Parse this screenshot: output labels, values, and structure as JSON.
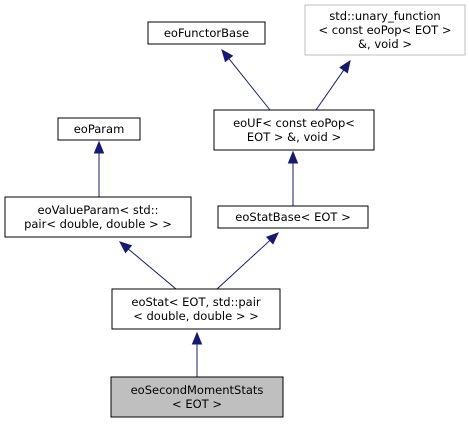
{
  "nodes": [
    {
      "id": "eoFunctorBase",
      "lines": [
        "eoFunctorBase"
      ],
      "style": "normal"
    },
    {
      "id": "unary_function",
      "lines": [
        "std::unary_function",
        "< const eoPop< EOT >",
        "&, void >"
      ],
      "style": "external"
    },
    {
      "id": "eoParam",
      "lines": [
        "eoParam"
      ],
      "style": "normal"
    },
    {
      "id": "eoUF",
      "lines": [
        "eoUF< const eoPop<",
        "EOT > &, void >"
      ],
      "style": "normal"
    },
    {
      "id": "eoValueParam",
      "lines": [
        "eoValueParam< std::",
        "pair< double, double > >"
      ],
      "style": "normal"
    },
    {
      "id": "eoStatBase",
      "lines": [
        "eoStatBase< EOT >"
      ],
      "style": "normal"
    },
    {
      "id": "eoStat",
      "lines": [
        "eoStat< EOT, std::pair",
        "< double, double > >"
      ],
      "style": "normal"
    },
    {
      "id": "eoSecondMomentStats",
      "lines": [
        "eoSecondMomentStats",
        "< EOT >"
      ],
      "style": "focus"
    }
  ],
  "edges": [
    {
      "from": "eoUF",
      "to": "eoFunctorBase"
    },
    {
      "from": "eoUF",
      "to": "unary_function"
    },
    {
      "from": "eoValueParam",
      "to": "eoParam"
    },
    {
      "from": "eoStatBase",
      "to": "eoUF"
    },
    {
      "from": "eoStat",
      "to": "eoValueParam"
    },
    {
      "from": "eoStat",
      "to": "eoStatBase"
    },
    {
      "from": "eoSecondMomentStats",
      "to": "eoStat"
    }
  ]
}
